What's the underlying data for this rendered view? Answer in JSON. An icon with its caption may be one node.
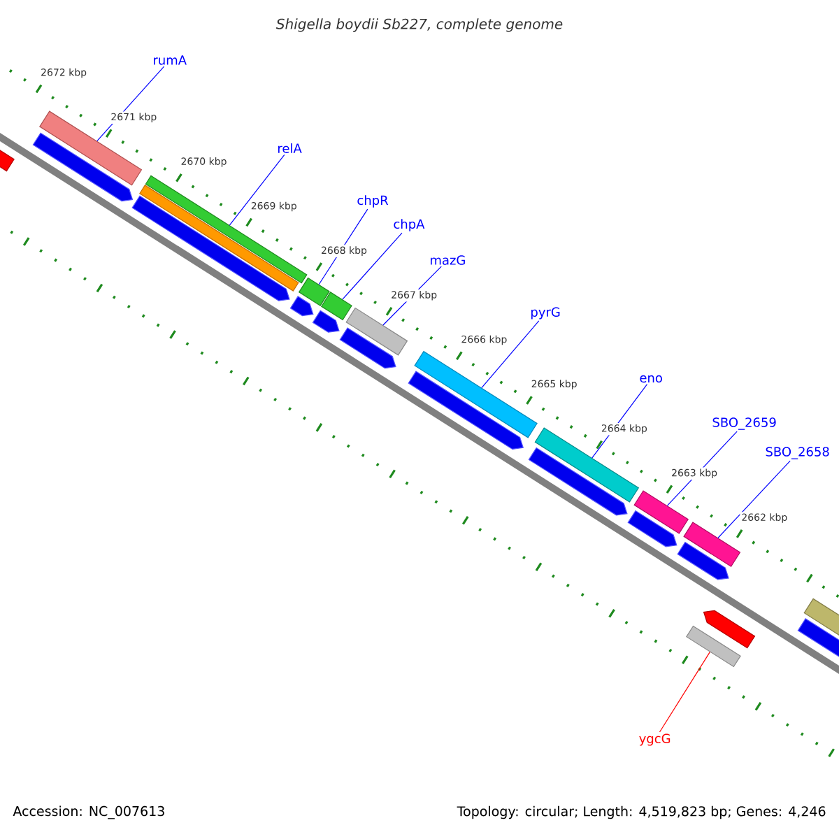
{
  "diagram": {
    "title": "Shigella boydii Sb227, complete genome",
    "nodes": [
      {
        "text": [
          "rumA"
        ]
      },
      {
        "text": [
          "relA"
        ]
      },
      {
        "text": [
          "chpR"
        ]
      },
      {
        "text": [
          "chpA"
        ]
      },
      {
        "text": [
          "mazG"
        ]
      },
      {
        "text": [
          "pyrG"
        ]
      },
      {
        "text": [
          "eno"
        ]
      },
      {
        "text": [
          "SBO_2659"
        ]
      },
      {
        "text": [
          "SBO_2658"
        ]
      },
      {
        "text": [
          "ygcG"
        ]
      },
      {
        "text": [],
        "shape": "bar"
      },
      {
        "text": [],
        "shape": "bar"
      },
      {
        "text": [],
        "shape": "bar"
      },
      {
        "text": [],
        "shape": "bar"
      },
      {
        "text": [],
        "shape": "bar"
      },
      {
        "text": [],
        "shape": "bar"
      },
      {
        "text": [],
        "shape": "bar"
      },
      {
        "text": [],
        "shape": "bar"
      },
      {
        "text": [],
        "shape": "bar"
      },
      {
        "text": [],
        "shape": "bar"
      },
      {
        "text": [],
        "shape": "arrow"
      },
      {
        "text": [],
        "shape": "arrow"
      },
      {
        "text": [],
        "shape": "arrow"
      },
      {
        "text": [],
        "shape": "arrow"
      },
      {
        "text": [],
        "shape": "arrow"
      },
      {
        "text": [],
        "shape": "arrow"
      },
      {
        "text": [],
        "shape": "arrow"
      },
      {
        "text": [],
        "shape": "arrow"
      },
      {
        "text": [],
        "shape": "arrow"
      },
      {
        "text": [],
        "shape": "arrow"
      },
      {
        "text": [],
        "shape": "bar"
      },
      {
        "text": [],
        "shape": "bar"
      },
      {
        "text": [],
        "shape": "arrow"
      },
      {
        "text": [],
        "shape": "bar"
      }
    ],
    "edges": [
      {
        "from": 0,
        "to": 10,
        "arrow": "none"
      },
      {
        "from": 1,
        "to": 11,
        "arrow": "none"
      },
      {
        "from": 2,
        "to": 12,
        "arrow": "none"
      },
      {
        "from": 3,
        "to": 13,
        "arrow": "none"
      },
      {
        "from": 4,
        "to": 14,
        "arrow": "none"
      },
      {
        "from": 5,
        "to": 15,
        "arrow": "none"
      },
      {
        "from": 6,
        "to": 16,
        "arrow": "none"
      },
      {
        "from": 7,
        "to": 17,
        "arrow": "none"
      },
      {
        "from": 8,
        "to": 18,
        "arrow": "none"
      },
      {
        "from": 9,
        "to": 19,
        "arrow": "none",
        "color": "#ff0000"
      }
    ],
    "labels": [
      "2672 kbp",
      "2671 kbp",
      "2670 kbp",
      "2669 kbp",
      "2668 kbp",
      "2667 kbp",
      "2666 kbp",
      "2665 kbp",
      "2664 kbp",
      "2663 kbp",
      "2662 kbp",
      "Accession: NC_007613",
      "Topology: circular; Length: 4,519,823 bp; Genes: 4,246"
    ]
  }
}
